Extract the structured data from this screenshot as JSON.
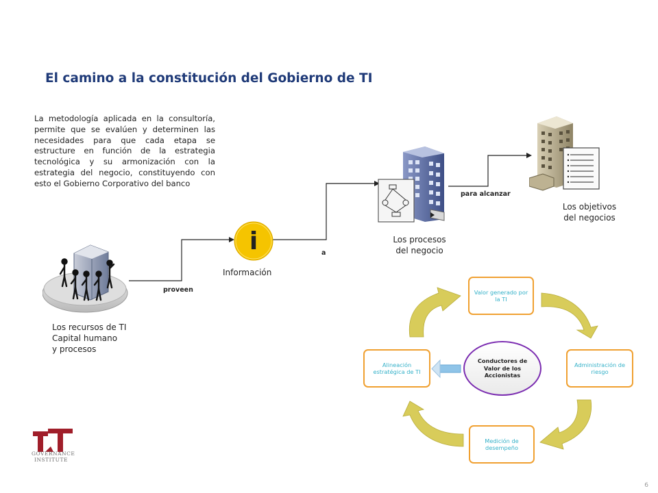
{
  "title": "El camino a la constitución del Gobierno de TI",
  "description": "La metodología aplicada en la consultoría, permite que se evalúen y determinen las necesidades para que cada etapa se estructure en función de la estrategia tecnológica y su armonización con la estrategia del negocio, constituyendo con esto el Gobierno Corporativo del banco",
  "flow": {
    "resources": {
      "line1": "Los recursos de TI",
      "line2": "Capital humano",
      "line3": "y procesos"
    },
    "proveen": "proveen",
    "info_icon": "i",
    "informacion": "Información",
    "a": "a",
    "processes": {
      "line1": "Los procesos",
      "line2": "del negocio"
    },
    "para_alcanzar": "para alcanzar",
    "objectives": {
      "line1": "Los objetivos",
      "line2": "del negocios"
    }
  },
  "cycle": {
    "hub": "Conductores de Valor de los Accionistas",
    "top": "Valor generado por la TI",
    "right": "Administración de riesgo",
    "bottom": "Medición de desempeño",
    "left": "Alineación estratégica de TI"
  },
  "logo": {
    "line1": "GOVERNANCE",
    "line2": "INSTITUTE"
  },
  "page_number": "6",
  "colors": {
    "title": "#1f3a78",
    "cycle_border": "#f0a030",
    "cycle_text": "#33b0c8",
    "hub_border": "#7a2bb0",
    "arrow_fill": "#d8cc5a",
    "info_circle": "#f5c400",
    "logo_red": "#a01e2a"
  }
}
